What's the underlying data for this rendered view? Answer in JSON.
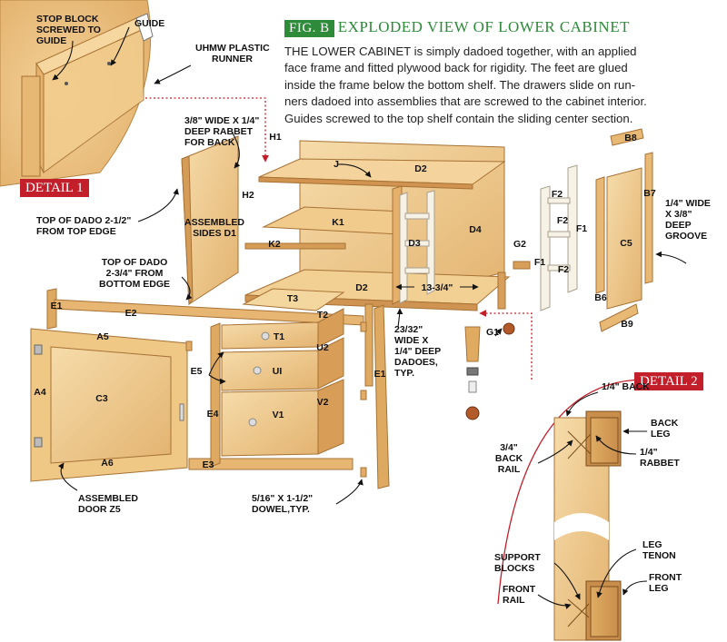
{
  "figure": {
    "tag": "FIG. B",
    "heading": "EXPLODED VIEW OF LOWER CABINET",
    "intro_lines": [
      "THE LOWER CABINET is simply dadoed together, with an applied",
      "face frame and fitted plywood back for rigidity. The feet are glued",
      "inside the frame below the bottom shelf. The drawers slide on run-",
      "ners dadoed into assemblies that are screwed to the cabinet interior.",
      "Guides screwed to the top shelf contain the sliding center section."
    ]
  },
  "details": {
    "detail1": "DETAIL 1",
    "detail2": "DETAIL 2"
  },
  "callouts": {
    "stop_block": [
      "STOP BLOCK",
      "SCREWED TO",
      "GUIDE"
    ],
    "guide": [
      "GUIDE"
    ],
    "uhmw": [
      "UHMW PLASTIC",
      "RUNNER"
    ],
    "rabbet_back": [
      "3/8\" WIDE X 1/4\"",
      "DEEP RABBET",
      "FOR BACK"
    ],
    "top_dado_top": [
      "TOP OF DADO 2-1/2\"",
      "FROM TOP EDGE"
    ],
    "assembled_sides": [
      "ASSEMBLED",
      "SIDES D1"
    ],
    "top_dado_bottom": [
      "TOP OF DADO",
      "2-3/4\" FROM",
      "BOTTOM EDGE"
    ],
    "groove": [
      "1/4\" WIDE",
      "X 3/8\"",
      "DEEP",
      "GROOVE"
    ],
    "dadoes": [
      "23/32\"",
      "WIDE X",
      "1/4\" DEEP",
      "DADOES,",
      "TYP."
    ],
    "dowel": [
      "5/16\" X 1-1/2\"",
      "DOWEL,TYP."
    ],
    "assembled_door": [
      "ASSEMBLED",
      "DOOR Z5"
    ],
    "width_dim": "13-3/4\"",
    "back_quarter": [
      "1/4\" BACK"
    ],
    "back_leg": [
      "BACK",
      "LEG"
    ],
    "back_rail": [
      "3/4\"",
      "BACK",
      "RAIL"
    ],
    "rabbet_quarter": [
      "1/4\"",
      "RABBET"
    ],
    "support_blocks": [
      "SUPPORT",
      "BLOCKS"
    ],
    "leg_tenon": [
      "LEG",
      "TENON"
    ],
    "front_rail": [
      "FRONT",
      "RAIL"
    ],
    "front_leg": [
      "FRONT",
      "LEG"
    ]
  },
  "part_labels": {
    "H1": "H1",
    "H2": "H2",
    "J": "J",
    "D2_top": "D2",
    "K1": "K1",
    "K2": "K2",
    "D3": "D3",
    "D4": "D4",
    "D2_bottom": "D2",
    "G2": "G2",
    "G1": "G1",
    "F2_a": "F2",
    "F2_b": "F2",
    "F1_a": "F1",
    "F1_b": "F1",
    "F2_c": "F2",
    "B8": "B8",
    "B7": "B7",
    "C5": "C5",
    "B6": "B6",
    "B9": "B9",
    "E1_left": "E1",
    "E2": "E2",
    "T3": "T3",
    "T2": "T2",
    "T1": "T1",
    "U2": "U2",
    "UI": "UI",
    "V2": "V2",
    "V1": "V1",
    "E5": "E5",
    "E4": "E4",
    "E3": "E3",
    "E1_post": "E1",
    "A5": "A5",
    "A4": "A4",
    "C3": "C3",
    "A6": "A6"
  },
  "colors": {
    "accent_green": "#2e8b3a",
    "detail_red": "#c21f2b",
    "wood_light": "#f3d29a",
    "wood_mid": "#e5b672",
    "wood_dark": "#c88f4e"
  }
}
